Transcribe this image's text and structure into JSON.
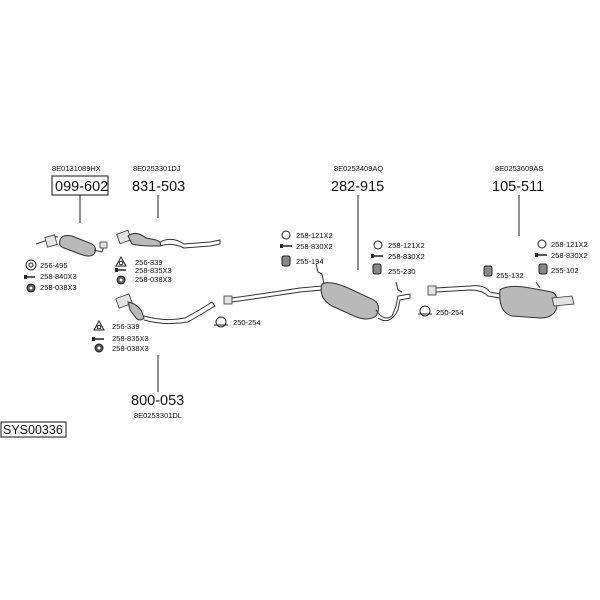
{
  "system_code": "SYS00336",
  "groups": {
    "catalyst": {
      "oe": "8E0131089HX",
      "part": "099-602",
      "parts": [
        "256-495",
        "258-840X3",
        "258-038X3"
      ]
    },
    "front_pipe": {
      "oe": "8E0253301DJ",
      "part": "831-503",
      "parts": [
        "256-339",
        "258-835X3",
        "258-038X3"
      ]
    },
    "front_pipe_2": {
      "oe": "8E0253301DL",
      "part": "800-053",
      "parts": [
        "256-339",
        "258-835X3",
        "258-038X3",
        "250-254"
      ]
    },
    "center_silencer": {
      "oe": "8E0253409AQ",
      "part": "282-915",
      "parts": [
        "258-121X2",
        "258-830X2",
        "255-194",
        "258-121X2",
        "258-830X2",
        "255-230",
        "250-254"
      ]
    },
    "rear_silencer": {
      "oe": "8E0253609AS",
      "part": "105-511",
      "parts": [
        "258-121X2",
        "258-830X2",
        "255-132",
        "255-102"
      ]
    }
  }
}
